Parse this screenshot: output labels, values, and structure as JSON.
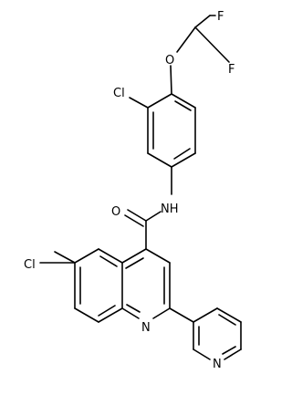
{
  "molecule": {
    "atom_labels": {
      "f1": "F",
      "f2": "F",
      "o": "O",
      "cl_top": "Cl",
      "nh": "NH",
      "o_amide": "O",
      "cl_left": "Cl",
      "n_quin": "N",
      "n_pyr": "N"
    },
    "colors": {
      "bond": "#000000",
      "label": "#000000",
      "background": "#ffffff"
    }
  }
}
